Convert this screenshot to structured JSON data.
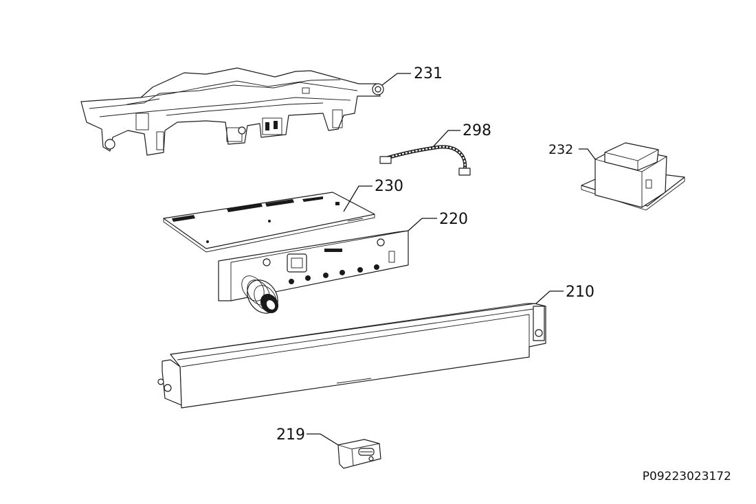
{
  "parts": [
    {
      "id": "part-231",
      "number": "231"
    },
    {
      "id": "part-298",
      "number": "298"
    },
    {
      "id": "part-232",
      "number": "232"
    },
    {
      "id": "part-230",
      "number": "230"
    },
    {
      "id": "part-220",
      "number": "220"
    },
    {
      "id": "part-210",
      "number": "210"
    },
    {
      "id": "part-219",
      "number": "219"
    }
  ],
  "drawing_code": "P09223023172"
}
